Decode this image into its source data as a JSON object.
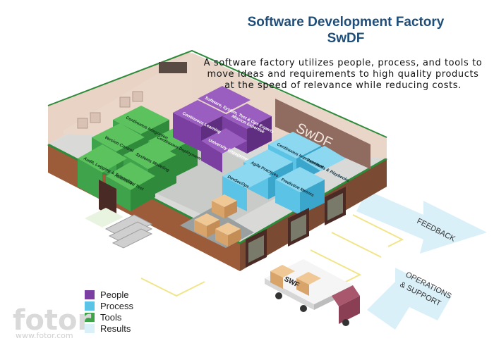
{
  "header": {
    "title_line1": "Software Development Factory",
    "title_line2": "SwDF",
    "description_lines": [
      "A software factory utilizes people, process, and tools to",
      "move ideas and requirements to high quality products",
      "at the speed of relevance while reducing costs."
    ]
  },
  "factory": {
    "wall_label": "SwDF",
    "people_boxes": [
      "Continuous Learning",
      "Software, System, Test & Ops Experts",
      "Mission Expertise",
      "University Engagement"
    ],
    "process_boxes": [
      "Continuous Improvement",
      "Standards & Playbooks",
      "Agile Practices",
      "DevSecOps",
      "Predictive Metrics"
    ],
    "tool_boxes": [
      "Continuous Integration",
      "Continuous Deployment",
      "Version Control",
      "Systems Modeling",
      "Audit, Logging & Telemetry",
      "Automated Test"
    ],
    "truck_label": "SWF",
    "arrows": {
      "feedback": "FEEDBACK",
      "operations_line1": "OPERATIONS",
      "operations_line2": "& SUPPORT"
    }
  },
  "legend": [
    {
      "label": "People",
      "color": "#7b3fa1"
    },
    {
      "label": "Process",
      "color": "#5bc3e6"
    },
    {
      "label": "Tools",
      "color": "#3ea34a"
    },
    {
      "label": "Results",
      "color": "#daf0f8"
    }
  ],
  "watermark": {
    "text": "fotor",
    "sub": "www.fotor.com"
  },
  "colors": {
    "people": "#7b3fa1",
    "process": "#5bc3e6",
    "tools": "#3ea34a",
    "results": "#daf0f8",
    "title": "#1e4e79",
    "wall": "#e8d3c5",
    "wall_dark": "#8f6b60",
    "floor": "#d9dad8",
    "trim": "#2e8b3a"
  }
}
